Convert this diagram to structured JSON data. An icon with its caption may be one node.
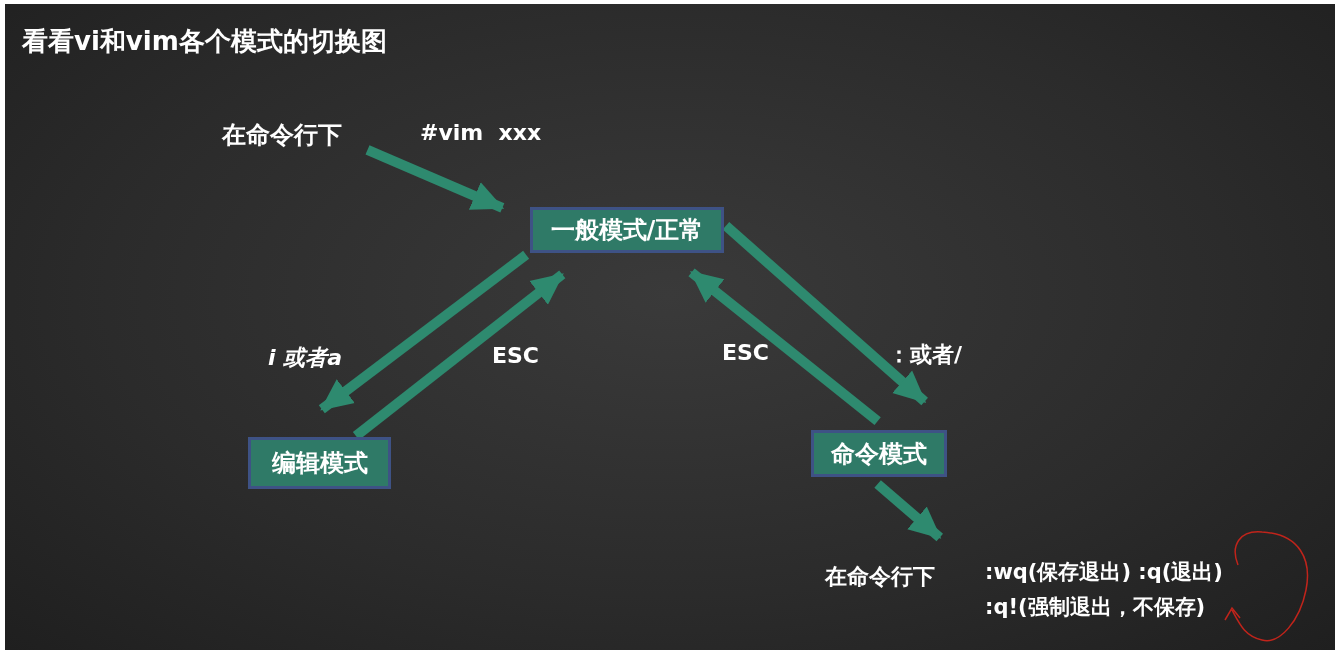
{
  "diagram": {
    "title": "看看vi和vim各个模式的切换图",
    "nodes": [
      {
        "text": [
          "在命令行下"
        ]
      },
      {
        "text": [
          "一般模式/正常"
        ]
      },
      {
        "text": [
          "编辑模式"
        ]
      },
      {
        "text": [
          "命令模式"
        ]
      },
      {
        "text": [
          ":wq(保存退出)  :q(退出)",
          ":q!(强制退出，不保存)"
        ]
      }
    ],
    "edges": [
      {
        "from": 0,
        "to": 1,
        "arrow": "to",
        "label": "#vim  xxx"
      },
      {
        "from": 1,
        "to": 2,
        "arrow": "to",
        "label": "i 或者a"
      },
      {
        "from": 2,
        "to": 1,
        "arrow": "to",
        "label": "ESC"
      },
      {
        "from": 3,
        "to": 1,
        "arrow": "to",
        "label": "ESC"
      },
      {
        "from": 1,
        "to": 3,
        "arrow": "to",
        "label": "：或者/"
      },
      {
        "from": 3,
        "to": 4,
        "arrow": "to"
      }
    ],
    "labels": [
      "在命令行下"
    ]
  }
}
